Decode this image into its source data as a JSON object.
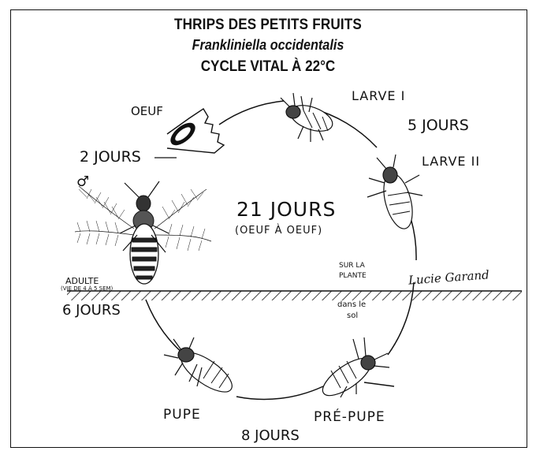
{
  "title": {
    "line1": "THRIPS DES PETITS FRUITS",
    "line2": "Frankliniella occidentalis",
    "line3": "CYCLE VITAL À 22°C"
  },
  "center": {
    "duration": "21  JOURS",
    "range": "(OEUF À OEUF)"
  },
  "stages": {
    "egg": "OEUF",
    "larva1": "LARVE I",
    "larva2": "LARVE II",
    "prepupa": "PRÉ-PUPE",
    "pupa": "PUPE",
    "adult": "ADULTE",
    "adult_life": "(VIE DE 4 À 5 SEM)"
  },
  "durations": {
    "egg": "2 JOURS",
    "larva": "5 JOURS",
    "pupa": "8 JOURS",
    "adult": "6 JOURS"
  },
  "zones": {
    "plant_line1": "SUR LA",
    "plant_line2": "PLANTE",
    "soil_line1": "dans le",
    "soil_line2": "sol"
  },
  "symbols": {
    "male": "♂"
  },
  "signature": "Lucie Garand",
  "colors": {
    "ink": "#111111",
    "paper": "#ffffff"
  }
}
